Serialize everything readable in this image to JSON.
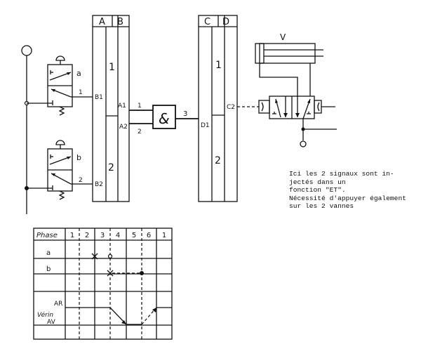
{
  "labels": {
    "valve_a": "a",
    "valve_b": "b",
    "valve_a_port": "1",
    "valve_b_port": "2",
    "col_A": "A",
    "col_B": "B",
    "col_C": "C",
    "col_D": "D",
    "ab_step1": "1",
    "ab_step2": "2",
    "cd_step1": "1",
    "cd_step2": "2",
    "B1": "B1",
    "B2": "B2",
    "A1": "A1",
    "A2": "A2",
    "and_in1": "1",
    "and_in2": "2",
    "and_out": "3",
    "and_symbol": "&",
    "D1": "D1",
    "C2": "C2",
    "cylinder": "V"
  },
  "note": "Ici les 2 signaux sont in-\njectés dans un\nfonction \"ET\".\nNécessité d'appuyer également\nsur les 2 vannes",
  "phase_table": {
    "header": "Phase",
    "phases": [
      "1",
      "2",
      "3",
      "4",
      "5",
      "6",
      "1"
    ],
    "rows": {
      "a": "a",
      "b": "b",
      "ar": "AR",
      "verin": "Vérin",
      "av": "AV"
    }
  }
}
